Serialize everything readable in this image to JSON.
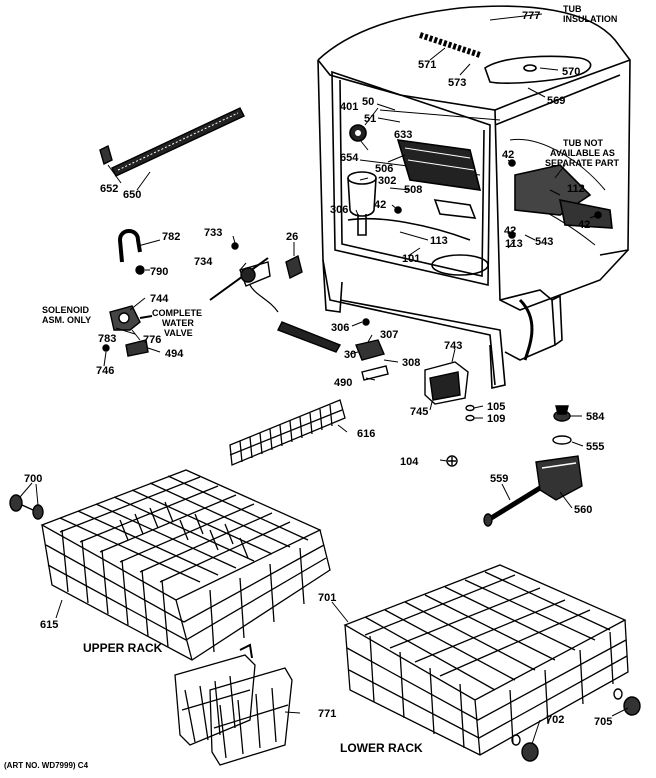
{
  "labels": {
    "l777": "777",
    "tub_ins_1": "TUB",
    "tub_ins_2": "INSULATION",
    "l571": "571",
    "l573": "573",
    "l570": "570",
    "l569": "569",
    "l401": "401",
    "l50": "50",
    "l51": "51",
    "l633": "633",
    "l654": "654",
    "l506": "506",
    "l302": "302",
    "l508": "508",
    "l306a": "306",
    "l42a": "42",
    "l42b": "42",
    "l42c": "42",
    "l42d": "42",
    "l113a": "113",
    "l113b": "113",
    "l112": "112",
    "l543": "543",
    "tub_not_1": "TUB NOT",
    "tub_not_2": "AVAILABLE AS",
    "tub_not_3": "SEPARATE PART",
    "l101": "101",
    "l652": "652",
    "l650": "650",
    "l733": "733",
    "l782": "782",
    "l26": "26",
    "l734": "734",
    "l790": "790",
    "sol_1": "SOLENOID",
    "sol_2": "ASM. ONLY",
    "l744": "744",
    "cwv_1": "COMPLETE",
    "cwv_2": "WATER",
    "cwv_3": "VALVE",
    "l783": "783",
    "l776": "776",
    "l494": "494",
    "l746": "746",
    "l306b": "306",
    "l307": "307",
    "l30": "30",
    "l308": "308",
    "l490": "490",
    "l743": "743",
    "l745": "745",
    "l105": "105",
    "l109": "109",
    "l616": "616",
    "l584": "584",
    "l555": "555",
    "l104": "104",
    "l559": "559",
    "l560": "560",
    "l700": "700",
    "l615": "615",
    "l701": "701",
    "l702": "702",
    "l705": "705",
    "l771": "771",
    "upper_rack": "UPPER RACK",
    "lower_rack": "LOWER RACK",
    "art_no": "(ART NO. WD7999) C4"
  }
}
